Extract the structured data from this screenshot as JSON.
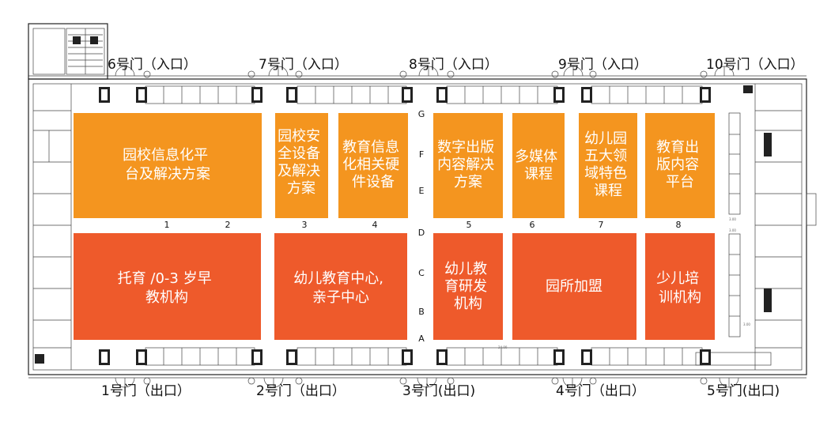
{
  "colors": {
    "light_orange": "#F4951F",
    "dark_orange": "#EE5A2B",
    "wall": "#222222",
    "background": "#ffffff"
  },
  "entrances": [
    {
      "id": "gate-6",
      "label": "6号门（入口）"
    },
    {
      "id": "gate-7",
      "label": "7号门（入口）"
    },
    {
      "id": "gate-8",
      "label": "8号门（入口）"
    },
    {
      "id": "gate-9",
      "label": "9号门（入口）"
    },
    {
      "id": "gate-10",
      "label": "10号门（入口）"
    }
  ],
  "exits": [
    {
      "id": "gate-1",
      "label": "1号门（出口）"
    },
    {
      "id": "gate-2",
      "label": "2号门（出口）"
    },
    {
      "id": "gate-3",
      "label": "3号门(出口)"
    },
    {
      "id": "gate-4",
      "label": "4号门（出口）"
    },
    {
      "id": "gate-5",
      "label": "5号门(出口)"
    }
  ],
  "booths_top": [
    {
      "id": "top-1",
      "lines": [
        "园校信息化平",
        "台及解决方案"
      ]
    },
    {
      "id": "top-2",
      "lines": [
        "园校安",
        "全设备",
        "及解决",
        "方案"
      ]
    },
    {
      "id": "top-3",
      "lines": [
        "教育信息",
        "化相关硬",
        "件设备"
      ]
    },
    {
      "id": "top-4",
      "lines": [
        "数字出版",
        "内容解决",
        "方案"
      ]
    },
    {
      "id": "top-5",
      "lines": [
        "多媒体",
        "课程"
      ]
    },
    {
      "id": "top-6",
      "lines": [
        "幼儿园",
        "五大领",
        "域特色",
        "课程"
      ]
    },
    {
      "id": "top-7",
      "lines": [
        "教育出",
        "版内容",
        "平台"
      ]
    }
  ],
  "booths_bottom": [
    {
      "id": "bottom-1",
      "lines": [
        "托育 /0-3 岁早",
        "教机构"
      ]
    },
    {
      "id": "bottom-2",
      "lines": [
        "幼儿教育中心,",
        "亲子中心"
      ]
    },
    {
      "id": "bottom-3",
      "lines": [
        "幼儿教",
        "育研发",
        "机构"
      ]
    },
    {
      "id": "bottom-4",
      "lines": [
        "园所加盟"
      ]
    },
    {
      "id": "bottom-5",
      "lines": [
        "少儿培",
        "训机构"
      ]
    }
  ],
  "column_markers": [
    "1",
    "2",
    "3",
    "4",
    "5",
    "6",
    "7",
    "8"
  ],
  "row_markers": [
    "G",
    "F",
    "E",
    "D",
    "C",
    "B",
    "A"
  ],
  "dimensions": [
    "3.00",
    "3.00",
    "3.00",
    "24.00"
  ]
}
